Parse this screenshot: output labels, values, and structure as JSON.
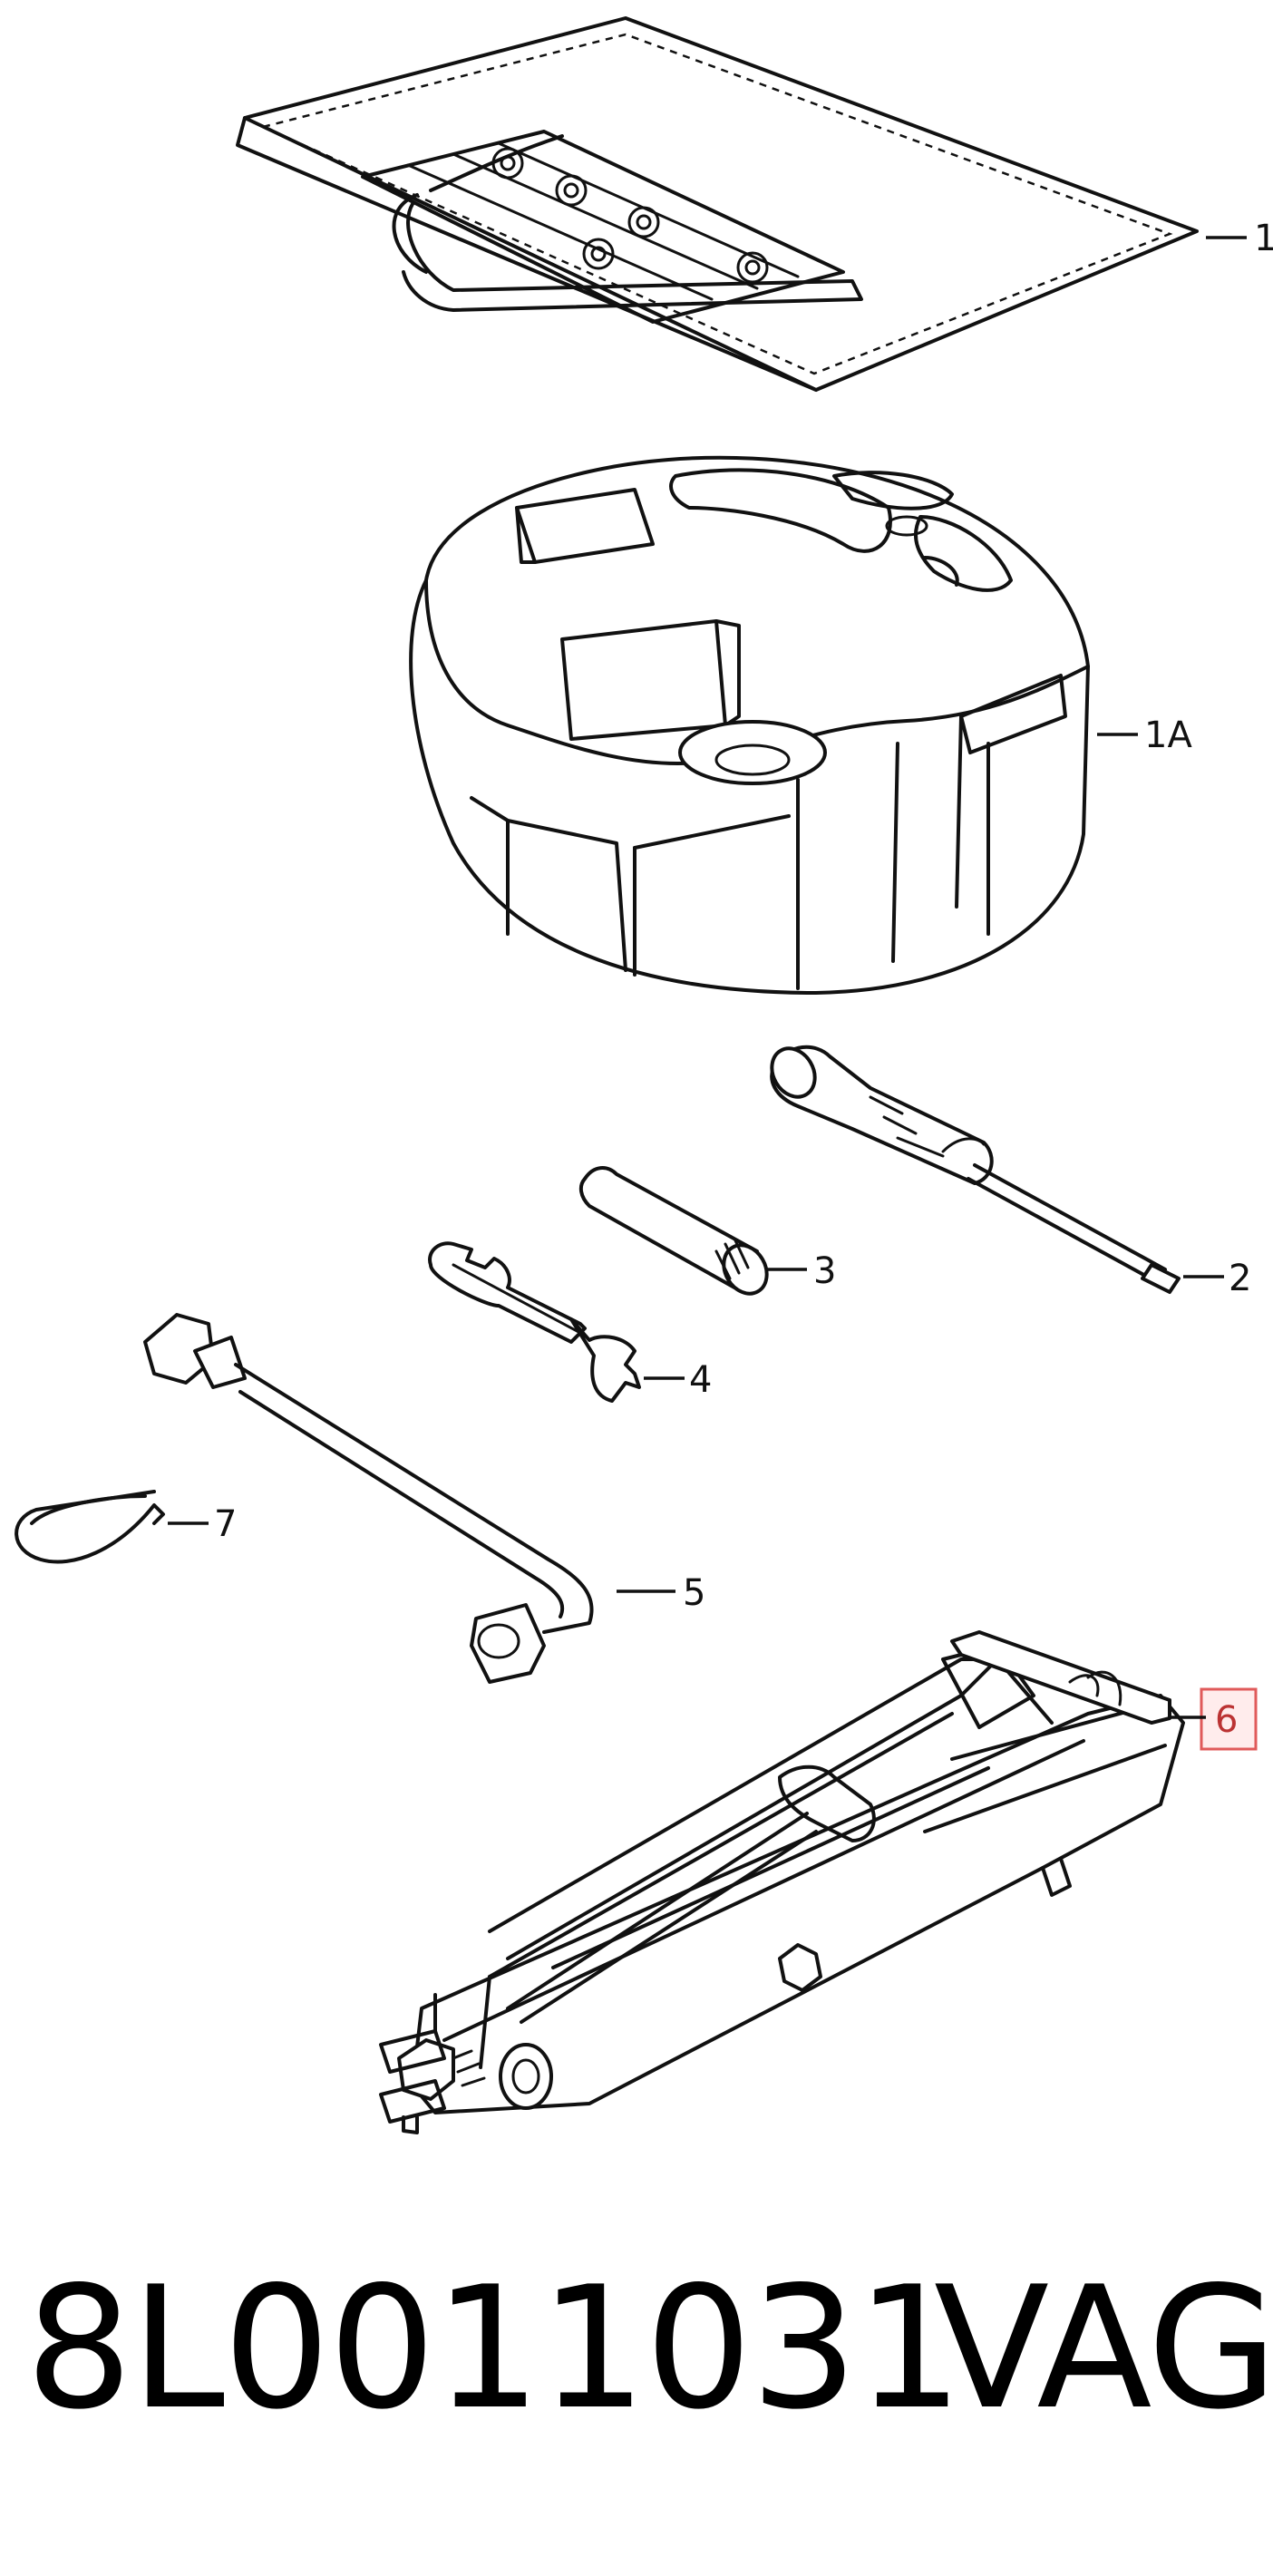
{
  "callouts": {
    "c1": "1",
    "c1a": "1A",
    "c2": "2",
    "c3": "3",
    "c4": "4",
    "c5": "5",
    "c6": "6",
    "c7": "7"
  },
  "highlight": {
    "label": "6",
    "color": "#e05a5a"
  },
  "footer": {
    "part_number": "8L0011031",
    "brand": "VAG"
  },
  "parts": [
    "tool-bag",
    "foam-tool-tray",
    "screwdriver",
    "towing-eye",
    "wrench",
    "wheel-brace",
    "jack",
    "wire-clip"
  ]
}
